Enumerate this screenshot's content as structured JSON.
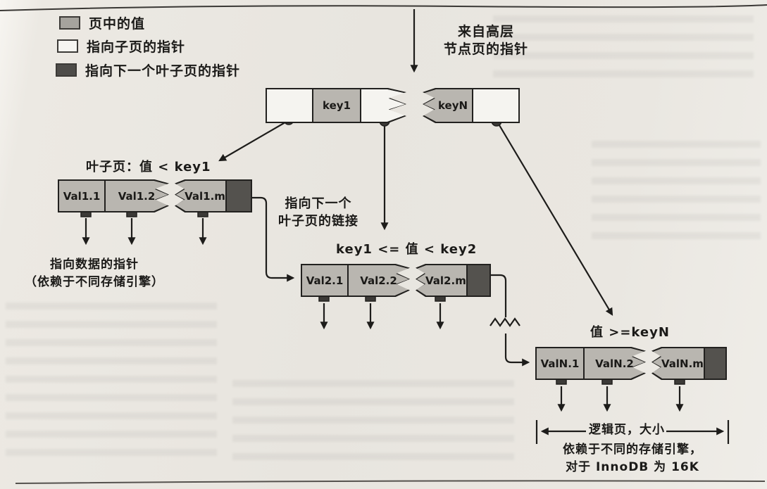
{
  "figure": {
    "legend": {
      "items": [
        {
          "icon": "value-swatch",
          "label": "页中的值"
        },
        {
          "icon": "child-pointer-swatch",
          "label": "指向子页的指针"
        },
        {
          "icon": "next-leaf-pointer-swatch",
          "label": "指向下一个叶子页的指针"
        }
      ]
    },
    "labels": {
      "from_upper_line1": "来自高层",
      "from_upper_line2": "节点页的指针",
      "leaf1_caption": "叶子页：值 < key1",
      "data_pointer_line1": "指向数据的指针",
      "data_pointer_line2": "（依赖于不同存储引擎）",
      "next_leaf_line1": "指向下一个",
      "next_leaf_line2": "叶子页的链接",
      "leaf2_caption": "key1 <= 值 < key2",
      "leaf3_caption": "值 >=keyN",
      "page_size_line1": "逻辑页，大小",
      "page_size_line2": "依赖于不同的存储引擎，",
      "page_size_line3": "对于 InnoDB 为 16K"
    },
    "root_page": {
      "key1": "key1",
      "keyN": "keyN"
    },
    "leaf_pages": [
      {
        "cells": [
          "Val1.1",
          "Val1.2",
          "Val1.m"
        ]
      },
      {
        "cells": [
          "Val2.1",
          "Val2.2",
          "Val2.m"
        ]
      },
      {
        "cells": [
          "ValN.1",
          "ValN.2",
          "ValN.m"
        ]
      }
    ],
    "colors": {
      "value_cell": "#b9b6b0",
      "pointer_cell": "#f5f4f0",
      "next_leaf_cell": "#54524e",
      "outline": "#22211f",
      "paper": "#e9e6e0"
    }
  }
}
